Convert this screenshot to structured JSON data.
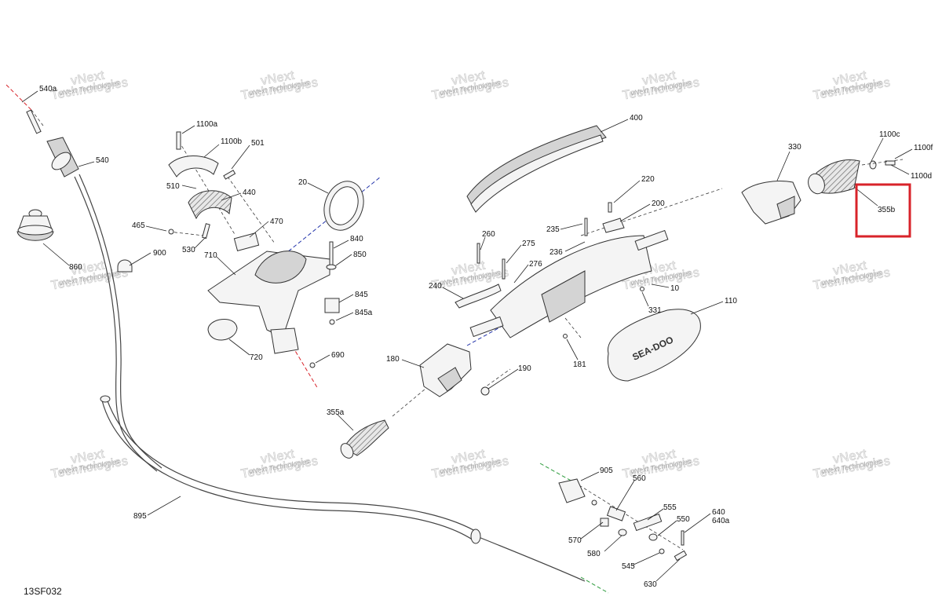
{
  "diagram_code": "13SF032",
  "watermark": {
    "line1": "vNext",
    "line2": "Technologies"
  },
  "highlight_color": "#d8232a",
  "axis_colors": {
    "red": "#d8232a",
    "blue": "#2233aa",
    "green": "#2a9a3a"
  },
  "parts": [
    {
      "id": "540a",
      "label": "540a"
    },
    {
      "id": "540",
      "label": "540"
    },
    {
      "id": "860",
      "label": "860"
    },
    {
      "id": "900",
      "label": "900"
    },
    {
      "id": "895",
      "label": "895"
    },
    {
      "id": "1100a",
      "label": "1100a"
    },
    {
      "id": "1100b",
      "label": "1100b"
    },
    {
      "id": "501",
      "label": "501"
    },
    {
      "id": "510",
      "label": "510"
    },
    {
      "id": "440",
      "label": "440"
    },
    {
      "id": "465",
      "label": "465"
    },
    {
      "id": "530",
      "label": "530"
    },
    {
      "id": "470",
      "label": "470"
    },
    {
      "id": "710",
      "label": "710"
    },
    {
      "id": "720",
      "label": "720"
    },
    {
      "id": "20",
      "label": "20"
    },
    {
      "id": "840",
      "label": "840"
    },
    {
      "id": "850",
      "label": "850"
    },
    {
      "id": "845",
      "label": "845"
    },
    {
      "id": "845a",
      "label": "845a"
    },
    {
      "id": "690",
      "label": "690"
    },
    {
      "id": "400",
      "label": "400"
    },
    {
      "id": "220",
      "label": "220"
    },
    {
      "id": "200",
      "label": "200"
    },
    {
      "id": "235",
      "label": "235"
    },
    {
      "id": "236",
      "label": "236"
    },
    {
      "id": "260",
      "label": "260"
    },
    {
      "id": "275",
      "label": "275"
    },
    {
      "id": "276",
      "label": "276"
    },
    {
      "id": "240",
      "label": "240"
    },
    {
      "id": "10",
      "label": "10"
    },
    {
      "id": "331",
      "label": "331"
    },
    {
      "id": "110",
      "label": "110"
    },
    {
      "id": "181",
      "label": "181"
    },
    {
      "id": "180",
      "label": "180"
    },
    {
      "id": "190",
      "label": "190"
    },
    {
      "id": "355a",
      "label": "355a"
    },
    {
      "id": "330",
      "label": "330"
    },
    {
      "id": "1100c",
      "label": "1100c"
    },
    {
      "id": "1100f",
      "label": "1100f"
    },
    {
      "id": "1100d",
      "label": "1100d"
    },
    {
      "id": "355b",
      "label": "355b"
    },
    {
      "id": "905",
      "label": "905"
    },
    {
      "id": "560",
      "label": "560"
    },
    {
      "id": "555",
      "label": "555"
    },
    {
      "id": "550",
      "label": "550"
    },
    {
      "id": "640",
      "label": "640"
    },
    {
      "id": "640a",
      "label": "640a"
    },
    {
      "id": "570",
      "label": "570"
    },
    {
      "id": "580",
      "label": "580"
    },
    {
      "id": "545",
      "label": "545"
    },
    {
      "id": "630",
      "label": "630"
    }
  ],
  "highlighted_part": "355b"
}
